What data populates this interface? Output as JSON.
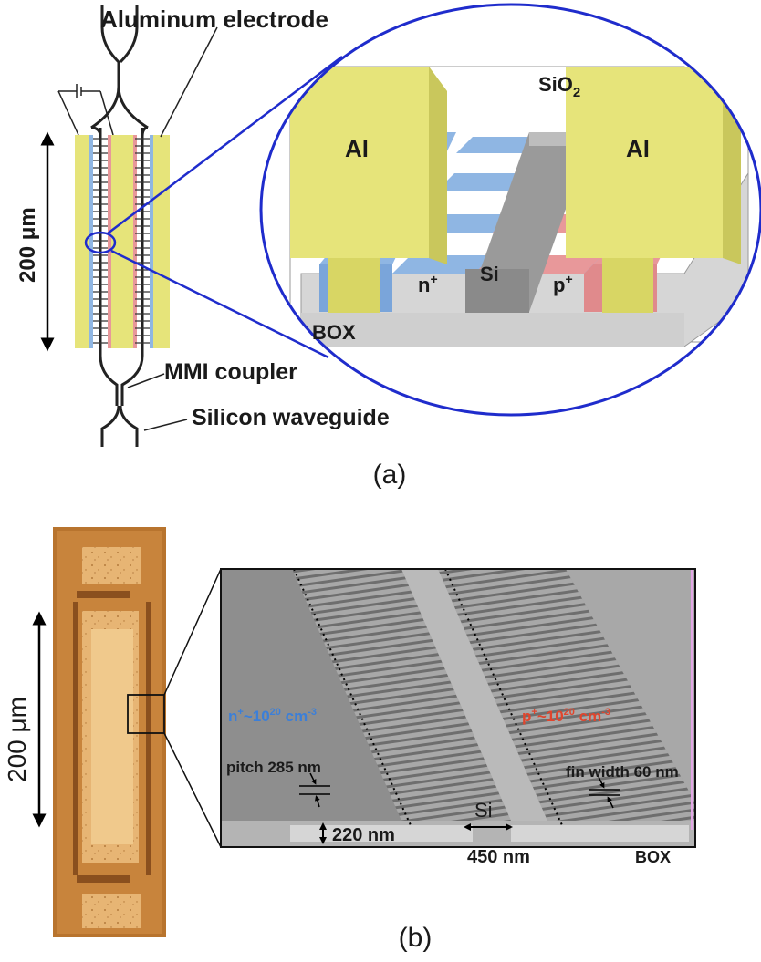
{
  "panel_a": {
    "caption": "(a)",
    "labels": {
      "aluminum_electrode": "Aluminum electrode",
      "length": "200 μm",
      "mmi_coupler": "MMI coupler",
      "silicon_waveguide": "Silicon waveguide",
      "sio2": "SiO",
      "sio2_sub": "2",
      "al_left": "Al",
      "al_right": "Al",
      "n_plus": "n",
      "p_plus": "p",
      "plus": "+",
      "si": "Si",
      "box": "BOX"
    },
    "colors": {
      "aluminum": "#e6e47a",
      "n_doped": "#8fb6e3",
      "p_doped": "#e8989a",
      "silicon": "#9a9a9a",
      "box": "#d8d8d8",
      "zoom_circle": "#1f2ccc"
    }
  },
  "panel_b": {
    "caption": "(b)",
    "labels": {
      "length": "200 μm",
      "n_doping_prefix": "n",
      "n_doping_sup": "+",
      "n_doping_mid": "~10",
      "n_doping_exp": "20",
      "n_doping_unit": " cm",
      "n_doping_unit_exp": "-3",
      "p_doping_prefix": "p",
      "p_doping_sup": "+",
      "p_doping_mid": "~10",
      "p_doping_exp": "20",
      "p_doping_unit": " cm",
      "p_doping_unit_exp": "-3",
      "pitch": "pitch 285 nm",
      "fin_width": "fin width 60 nm",
      "height": "220 nm",
      "si": "Si",
      "width": "450 nm",
      "box": "BOX"
    },
    "colors": {
      "n_text": "#3b7fd9",
      "p_text": "#e0452d",
      "chip": "#c8843c",
      "sem": "#9c9c9c"
    }
  }
}
